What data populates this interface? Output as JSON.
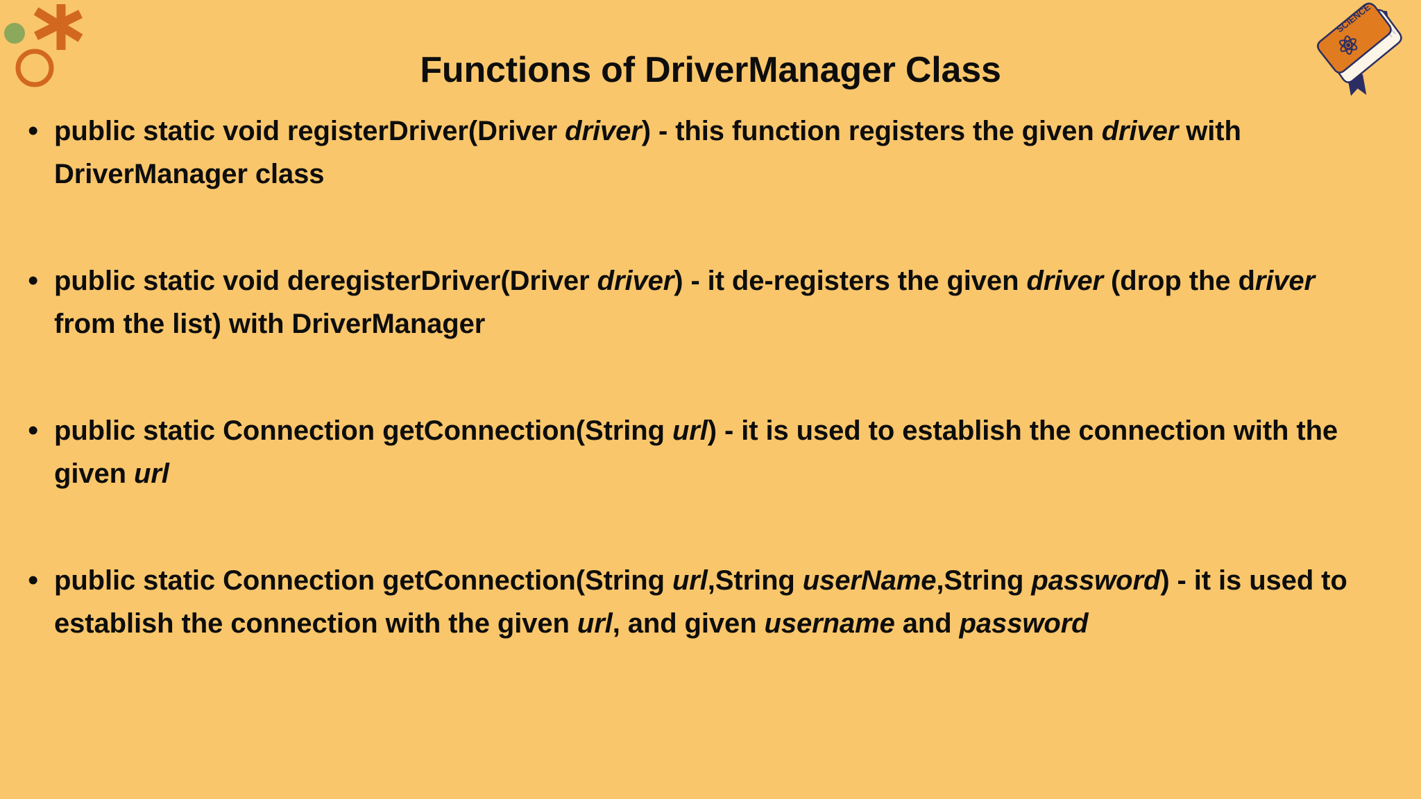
{
  "theme": {
    "background_color": "#f9c66b",
    "text_color": "#0d0d0d",
    "accent_orange": "#d2681f",
    "accent_green": "#8ca85a",
    "book_cover_color": "#e07b20",
    "book_ribbon_color": "#2b2e63"
  },
  "decorations": {
    "top_left": {
      "name": "asterisk-doodle",
      "shapes": [
        "green-dot",
        "orange-asterisk",
        "orange-circle-outline"
      ]
    },
    "top_right": {
      "name": "science-book-icon",
      "cover_label": "SCIENCE",
      "symbol": "atom-icon"
    }
  },
  "title": "Functions of DriverManager Class",
  "bullets": [
    {
      "marker": "•",
      "segments": [
        {
          "text": "public static void registerDriver(Driver ",
          "italic": false
        },
        {
          "text": "driver",
          "italic": true
        },
        {
          "text": ") - this function registers the given ",
          "italic": false
        },
        {
          "text": "driver",
          "italic": true
        },
        {
          "text": " with DriverManager class",
          "italic": false
        }
      ]
    },
    {
      "marker": "•",
      "segments": [
        {
          "text": "public static void deregisterDriver(Driver ",
          "italic": false
        },
        {
          "text": "driver",
          "italic": true
        },
        {
          "text": ") - it de-registers the given ",
          "italic": false
        },
        {
          "text": "driver",
          "italic": true
        },
        {
          "text": " (drop the d",
          "italic": false
        },
        {
          "text": "river",
          "italic": true
        },
        {
          "text": " from the list) with DriverManager",
          "italic": false
        }
      ]
    },
    {
      "marker": "•",
      "segments": [
        {
          "text": "public static Connection getConnection(String ",
          "italic": false
        },
        {
          "text": "url",
          "italic": true
        },
        {
          "text": ") - it is used to establish the connection with the given ",
          "italic": false
        },
        {
          "text": "url",
          "italic": true
        }
      ]
    },
    {
      "marker": "•",
      "segments": [
        {
          "text": "public static Connection getConnection(String ",
          "italic": false
        },
        {
          "text": "url",
          "italic": true
        },
        {
          "text": ",String ",
          "italic": false
        },
        {
          "text": "userName",
          "italic": true
        },
        {
          "text": ",String ",
          "italic": false
        },
        {
          "text": "password",
          "italic": true
        },
        {
          "text": ") - it is used to establish the connection with the given ",
          "italic": false
        },
        {
          "text": "url",
          "italic": true
        },
        {
          "text": ", and given ",
          "italic": false
        },
        {
          "text": "username",
          "italic": true
        },
        {
          "text": " and ",
          "italic": false
        },
        {
          "text": "password",
          "italic": true
        }
      ]
    }
  ]
}
